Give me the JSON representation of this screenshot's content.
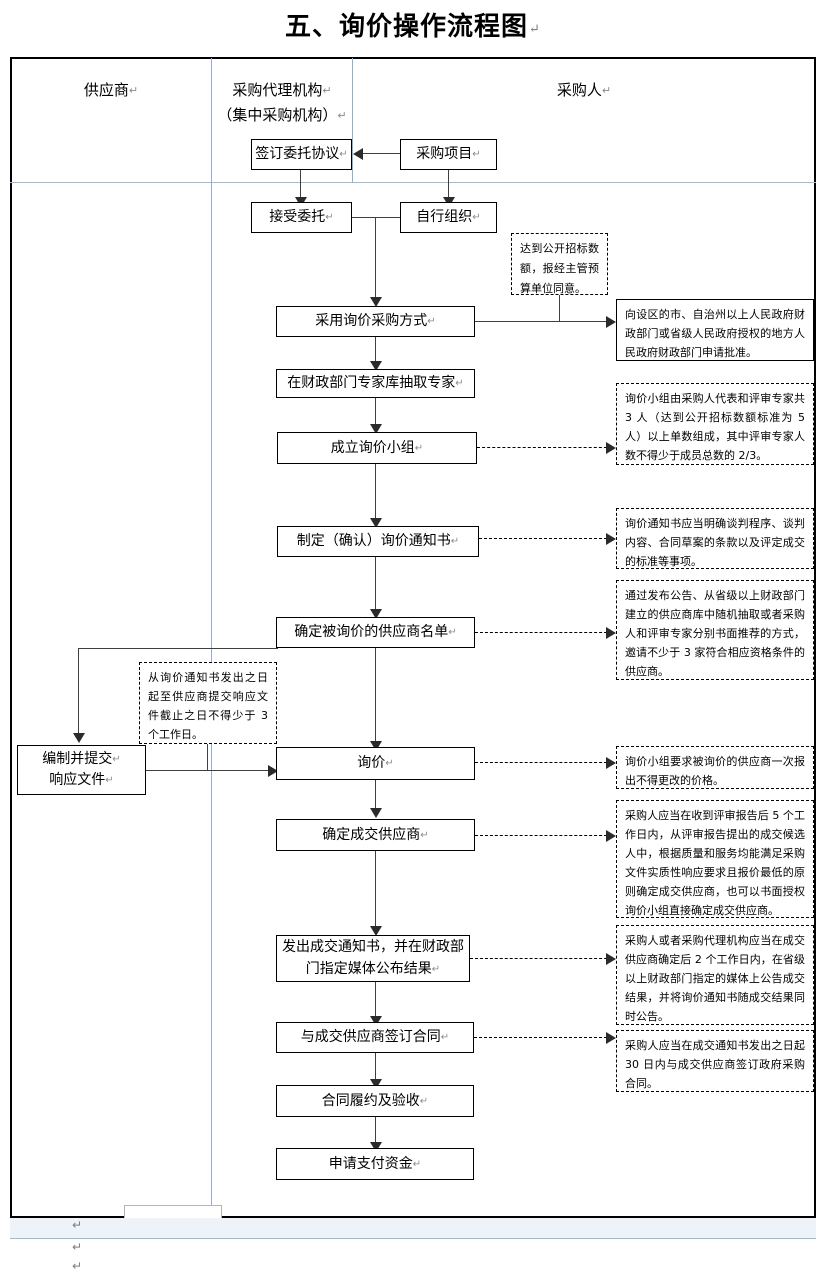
{
  "title": "五、询价操作流程图",
  "pilcrow": "↵",
  "columns": [
    {
      "label": "供应商",
      "sublabel": ""
    },
    {
      "label": "采购代理机构",
      "sublabel": "（集中采购机构）"
    },
    {
      "label": "采购人",
      "sublabel": ""
    }
  ],
  "nodes": {
    "purchase_project": "采购项目",
    "sign_entrust": "签订委托协议",
    "accept_entrust": "接受委托",
    "self_organize": "自行组织",
    "adopt_inquiry": "采用询价采购方式",
    "draw_experts": "在财政部门专家库抽取专家",
    "form_group": "成立询价小组",
    "make_notice": "制定（确认）询价通知书",
    "determine_list": "确定被询价的供应商名单",
    "prepare_submit_1": "编制并提交",
    "prepare_submit_2": "响应文件",
    "inquiry": "询价",
    "determine_supplier": "确定成交供应商",
    "issue_notice_1": "发出成交通知书，并在财政部",
    "issue_notice_2": "门指定媒体公布结果",
    "sign_contract": "与成交供应商签订合同",
    "perform_accept": "合同履约及验收",
    "apply_payment": "申请支付资金"
  },
  "notes": {
    "n_open_tender": "达到公开招标数额，报经主管预算单位同意。",
    "n_apply_approval": "向设区的市、自治州以上人民政府财政部门或省级人民政府授权的地方人民政府财政部门申请批准。",
    "n_group_make": "询价小组由采购人代表和评审专家共 3 人（达到公开招标数额标准为 5 人）以上单数组成，其中评审专家人数不得少于成员总数的 2/3。",
    "n_notice_content": "询价通知书应当明确谈判程序、谈判内容、合同草案的条款以及评定成交的标准等事项。",
    "n_supplier_select": "通过发布公告、从省级以上财政部门建立的供应商库中随机抽取或者采购人和评审专家分别书面推荐的方式，邀请不少于 3 家符合相应资格条件的供应商。",
    "n_three_days": "从询价通知书发出之日起至供应商提交响应文件截止之日不得少于 3 个工作日。",
    "n_one_quote": "询价小组要求被询价的供应商一次报出不得更改的价格。",
    "n_five_days": "采购人应当在收到评审报告后 5 个工作日内，从评审报告提出的成交候选人中，根据质量和服务均能满足采购文件实质性响应要求且报价最低的原则确定成交供应商，也可以书面授权询价小组直接确定成交供应商。",
    "n_two_days": "采购人或者采购代理机构应当在成交供应商确定后 2 个工作日内，在省级以上财政部门指定的媒体上公告成交结果，并将询价通知书随成交结果同时公告。",
    "n_thirty_days": "采购人应当在成交通知书发出之日起 30 日内与成交供应商签订政府采购合同。"
  },
  "colors": {
    "line": "#3f3f3f",
    "border": "#000000",
    "grid_blue": "#8fb0cf",
    "background": "#ffffff"
  }
}
